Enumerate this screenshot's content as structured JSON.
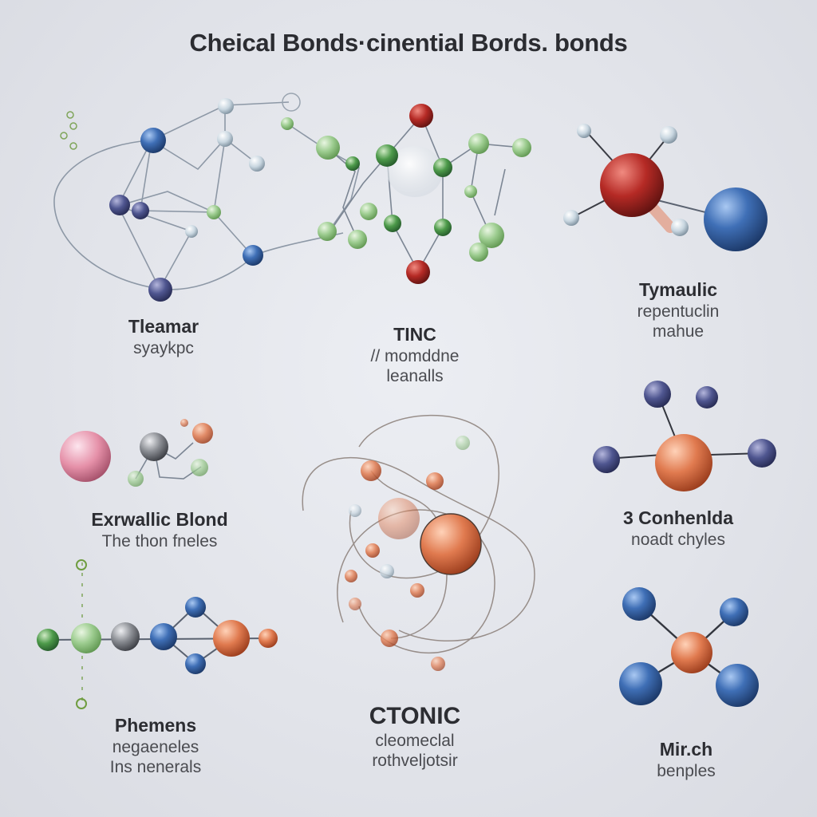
{
  "title": "Cheical Bonds·cinential Bords. bonds",
  "captions": {
    "panel1": {
      "line1": "Tleamar",
      "line2": "syaykpc"
    },
    "panel2": {
      "line1": "TINC",
      "line2": "// momddne",
      "line3": "leanalls"
    },
    "panel3": {
      "line1": "Tymaulic",
      "line2": "repentuclin",
      "line3": "mahue"
    },
    "panel4": {
      "line1": "Exrwallic Blond",
      "line2": "The thon fneles"
    },
    "panel5": {
      "line1": "3 Conhenlda",
      "line2": "noadt chyles"
    },
    "panel6": {
      "line1": "Phemens",
      "line2": "negaeneles",
      "line3": "Ins nenerals"
    },
    "panel7": {
      "line1": "CTONIC",
      "line2": "cleomeclal",
      "line3": "rothveljotsir"
    },
    "panel8": {
      "line1": "Mir.ch",
      "line2": "benples"
    }
  },
  "colors": {
    "background": "#e2e4ea",
    "bond_line": "#7c8694",
    "atom_blue": "#3f6fb6",
    "atom_navy": "#4f5690",
    "atom_green": "#8fc485",
    "atom_red": "#b52a25",
    "atom_orange": "#e07a4f",
    "atom_pink": "#e590a8",
    "atom_gray": "#8a8d93"
  }
}
